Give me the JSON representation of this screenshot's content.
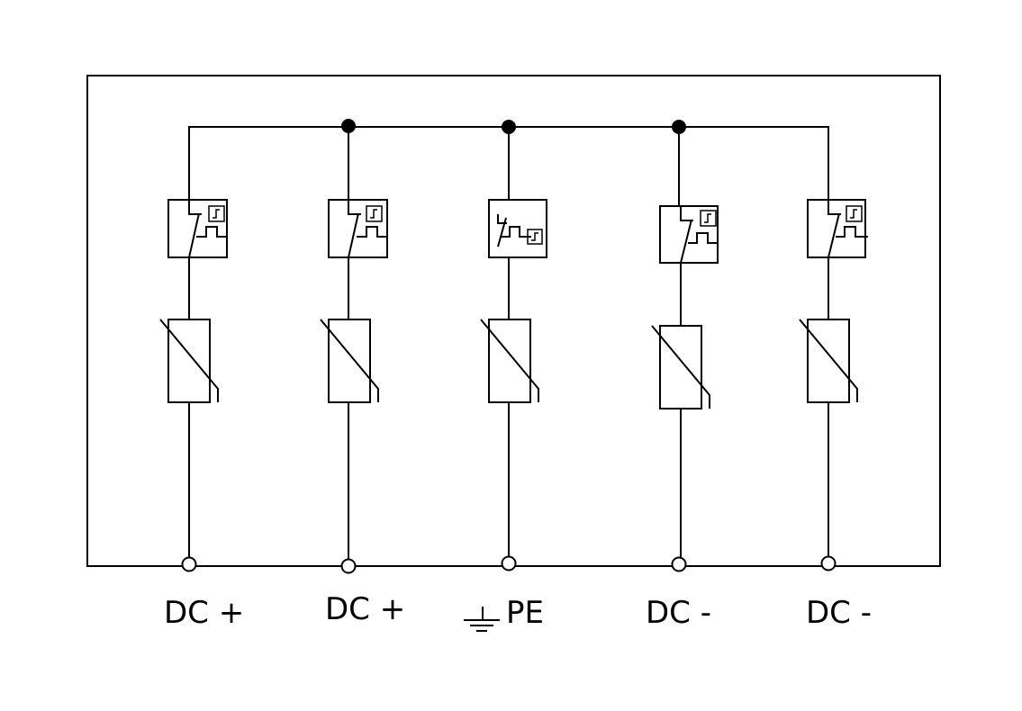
{
  "terminals": [
    {
      "label": "DC +",
      "symbol": "varistor-with-thermal-disconnector"
    },
    {
      "label": "DC +",
      "symbol": "varistor-with-thermal-disconnector"
    },
    {
      "label": "PE",
      "symbol": "varistor-with-thermal-disconnector",
      "ground": true
    },
    {
      "label": "DC -",
      "symbol": "varistor-with-thermal-disconnector"
    },
    {
      "label": "DC -",
      "symbol": "varistor-with-thermal-disconnector"
    }
  ],
  "colors": {
    "line": "#000000",
    "background": "#ffffff"
  }
}
